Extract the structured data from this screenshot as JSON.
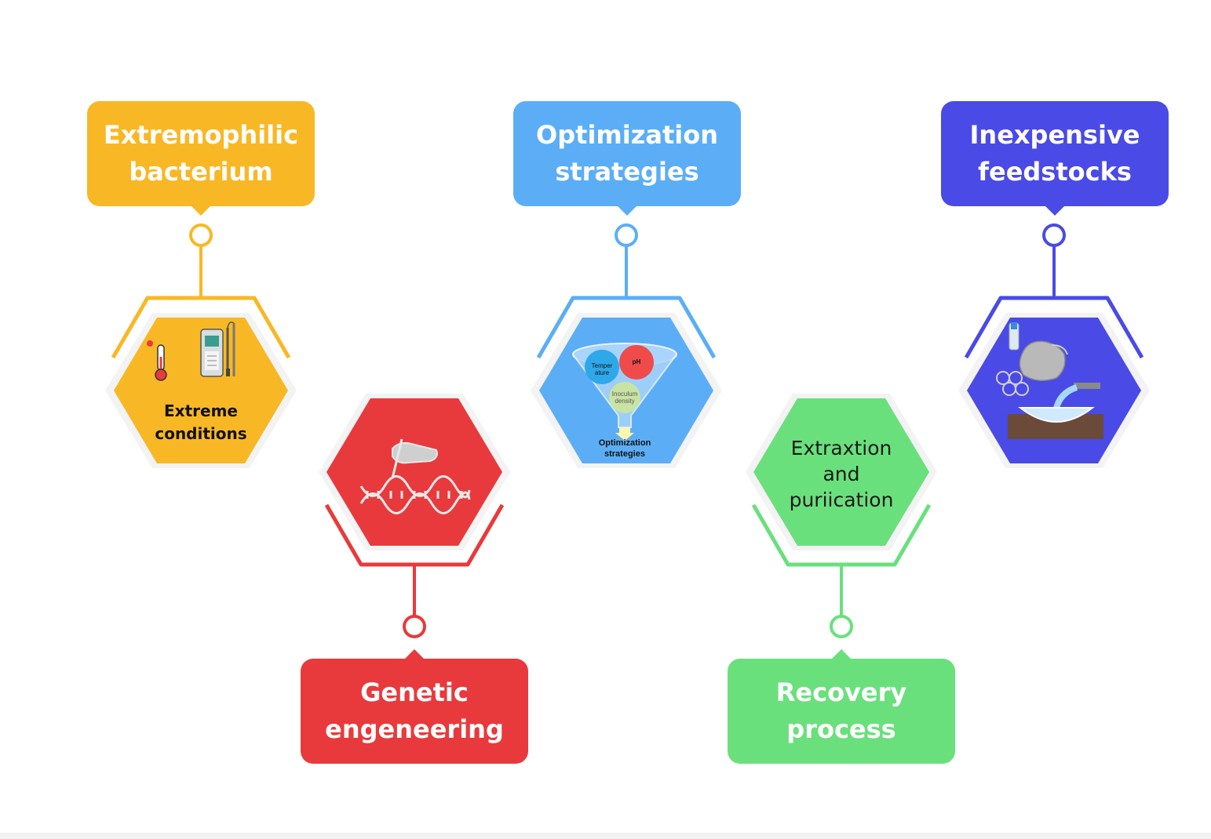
{
  "colors": {
    "yellow": "#F8B825",
    "red": "#E83A3C",
    "blue": "#5BAEF6",
    "purple": "#4A4AE6",
    "green": "#6AE07D"
  },
  "steps": [
    {
      "label": "Extremophilic\nbacterium",
      "hex_text": "Extreme\nconditions",
      "icons": [
        "thermometer-icon",
        "ph-meter-icon"
      ]
    },
    {
      "label": "Genetic\nengeneering",
      "hex_text": "",
      "icons": [
        "dna-editing-icon"
      ]
    },
    {
      "label": "Optimization\nstrategies",
      "hex_text": "Optimization\nstrategies",
      "funnel_items": [
        "Temper\nature",
        "pH",
        "Inoculum\ndensity"
      ],
      "icons": [
        "funnel-icon"
      ]
    },
    {
      "label": "Recovery\nprocess",
      "hex_text": "Extraxtion\nand\npuriication",
      "icons": []
    },
    {
      "label": "Inexpensive\nfeedstocks",
      "hex_text": "",
      "icons": [
        "waste-feedstock-icon"
      ]
    }
  ]
}
